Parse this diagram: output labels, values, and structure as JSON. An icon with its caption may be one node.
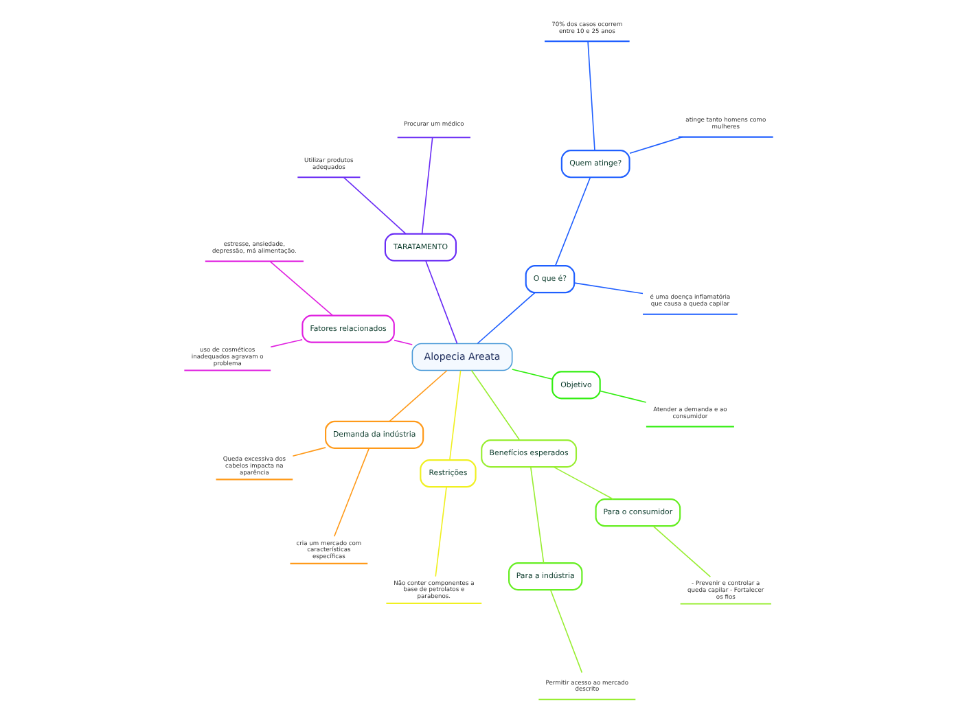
{
  "diagram": {
    "nodes": [
      {
        "text": [
          "Alopecia Areata"
        ]
      },
      {
        "text": [
          "O que é?"
        ]
      },
      {
        "text": [
          "é uma doença inflamatória que causa a queda capilar"
        ]
      },
      {
        "text": [
          "Quem atinge?"
        ]
      },
      {
        "text": [
          "atinge tanto homens como mulheres"
        ]
      },
      {
        "text": [
          "70% dos casos ocorrem entre 10 e 25 anos"
        ]
      },
      {
        "text": [
          "TARATAMENTO"
        ]
      },
      {
        "text": [
          "Procurar um médico"
        ]
      },
      {
        "text": [
          "Utilizar produtos adequados"
        ]
      },
      {
        "text": [
          "Fatores relacionados"
        ]
      },
      {
        "text": [
          "estresse, ansiedade, depressão, má alimentação."
        ]
      },
      {
        "text": [
          "uso de cosméticos inadequados agravam o problema"
        ]
      },
      {
        "text": [
          "Demanda da indústria"
        ]
      },
      {
        "text": [
          "Queda excessiva dos cabelos impacta na aparência"
        ]
      },
      {
        "text": [
          "cria um mercado com características específicas"
        ]
      },
      {
        "text": [
          "Restrições"
        ]
      },
      {
        "text": [
          "Não conter componentes a base de petrolatos e parabenos."
        ]
      },
      {
        "text": [
          "Benefícios esperados"
        ]
      },
      {
        "text": [
          "Para a indústria"
        ]
      },
      {
        "text": [
          "Permitir acesso ao mercado descrito"
        ]
      },
      {
        "text": [
          "Para o consumidor"
        ]
      },
      {
        "text": [
          "- Prevenir e controlar a queda capilar - Fortalecer os fios"
        ]
      },
      {
        "text": [
          "Objetivo"
        ]
      },
      {
        "text": [
          "Atender a demanda e ao consumidor"
        ]
      }
    ],
    "edges": [
      {
        "from": 0,
        "to": 1,
        "arrow": "none",
        "color": "#1f5fff"
      },
      {
        "from": 1,
        "to": 2,
        "arrow": "none",
        "color": "#1f5fff"
      },
      {
        "from": 1,
        "to": 3,
        "arrow": "none",
        "color": "#1f5fff"
      },
      {
        "from": 3,
        "to": 4,
        "arrow": "none",
        "color": "#1f5fff"
      },
      {
        "from": 3,
        "to": 5,
        "arrow": "none",
        "color": "#1f5fff"
      },
      {
        "from": 0,
        "to": 6,
        "arrow": "none",
        "color": "#6a2cf5"
      },
      {
        "from": 6,
        "to": 7,
        "arrow": "none",
        "color": "#6a2cf5"
      },
      {
        "from": 6,
        "to": 8,
        "arrow": "none",
        "color": "#6a2cf5"
      },
      {
        "from": 0,
        "to": 9,
        "arrow": "none",
        "color": "#e020e0"
      },
      {
        "from": 9,
        "to": 10,
        "arrow": "none",
        "color": "#e020e0"
      },
      {
        "from": 9,
        "to": 11,
        "arrow": "none",
        "color": "#e020e0"
      },
      {
        "from": 0,
        "to": 12,
        "arrow": "none",
        "color": "#ff9a1a"
      },
      {
        "from": 12,
        "to": 13,
        "arrow": "none",
        "color": "#ff9a1a"
      },
      {
        "from": 12,
        "to": 14,
        "arrow": "none",
        "color": "#ff9a1a"
      },
      {
        "from": 0,
        "to": 15,
        "arrow": "none",
        "color": "#f0f020"
      },
      {
        "from": 15,
        "to": 16,
        "arrow": "none",
        "color": "#f0f020"
      },
      {
        "from": 0,
        "to": 17,
        "arrow": "none",
        "color": "#99ee33"
      },
      {
        "from": 17,
        "to": 18,
        "arrow": "none",
        "color": "#99ee33"
      },
      {
        "from": 17,
        "to": 20,
        "arrow": "none",
        "color": "#99ee33"
      },
      {
        "from": 18,
        "to": 19,
        "arrow": "none",
        "color": "#99ee33"
      },
      {
        "from": 20,
        "to": 21,
        "arrow": "none",
        "color": "#99ee33"
      },
      {
        "from": 0,
        "to": 22,
        "arrow": "none",
        "color": "#33ee11"
      },
      {
        "from": 22,
        "to": 23,
        "arrow": "none",
        "color": "#33ee11"
      }
    ]
  }
}
